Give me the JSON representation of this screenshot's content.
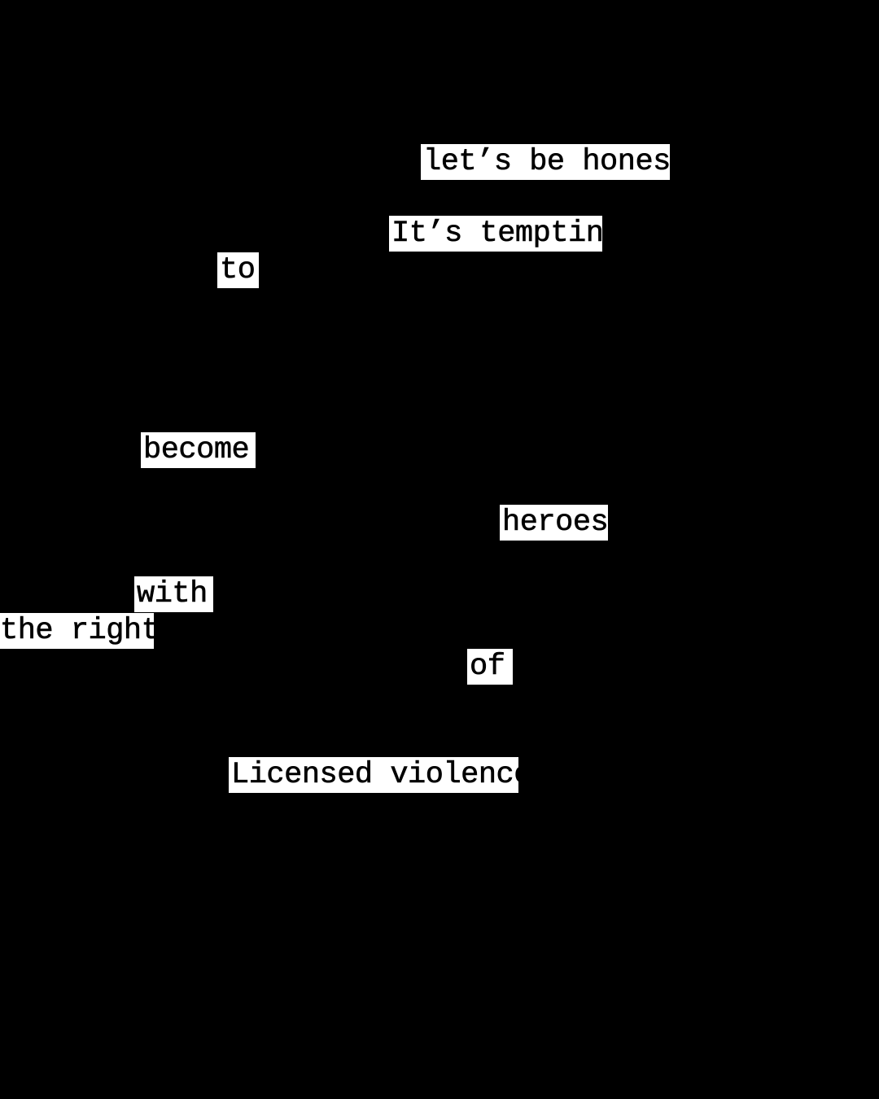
{
  "background_color": "#000000",
  "strip_color": "#ffffff",
  "text_color": "#000000",
  "fragments": [
    "let’s be honest,",
    "It’s tempting",
    "to",
    "become",
    "heroes",
    "with",
    "the right",
    "of",
    "Licensed violence"
  ]
}
